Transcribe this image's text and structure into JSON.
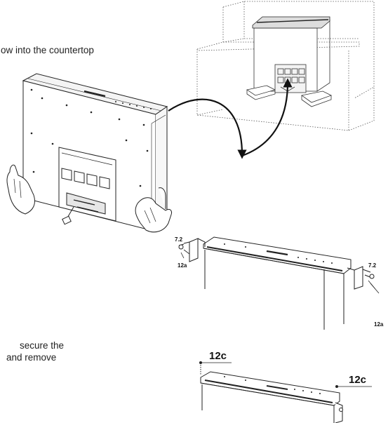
{
  "text": {
    "line1": "ow into the countertop",
    "line2a": "secure the",
    "line2b": "and remove"
  },
  "labels": {
    "left_top": "7.2",
    "left_bottom": "12a",
    "right_top": "7.2",
    "right_bottom": "12a",
    "c_left": "12c",
    "c_right": "12c"
  }
}
